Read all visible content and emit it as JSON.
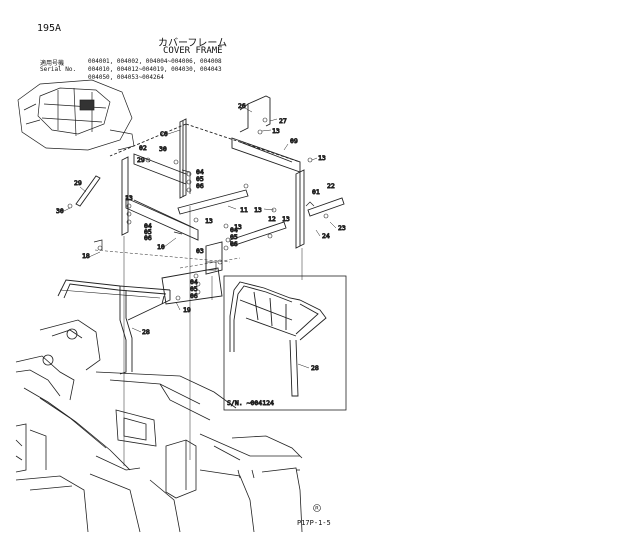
{
  "page": {
    "code": "195A",
    "title_jp": "カバーフレーム",
    "title_en": "COVER FRAME",
    "applicable_label": "適用号機",
    "applicable_values": "004001, 004002, 004004~004006, 004008",
    "serial_label": "Serial No.",
    "serial_values_1": "004010, 004012~004019, 004030, 004043",
    "serial_values_2": "004050, 004053~004264",
    "footer_code": "P17P-1-5",
    "inset_caption": "S/N.  ~004124"
  },
  "part_labels": [
    {
      "id": "part-26",
      "text": "26"
    },
    {
      "id": "part-27",
      "text": "27"
    },
    {
      "id": "part-13-a",
      "text": "13"
    },
    {
      "id": "part-09",
      "text": "09"
    },
    {
      "id": "part-13-b",
      "text": "13"
    },
    {
      "id": "part-c0",
      "text": "C0"
    },
    {
      "id": "part-02",
      "text": "02"
    },
    {
      "id": "part-30-a",
      "text": "30"
    },
    {
      "id": "part-29-a",
      "text": "29"
    },
    {
      "id": "part-04-a",
      "text": "04"
    },
    {
      "id": "part-05-a",
      "text": "05"
    },
    {
      "id": "part-06-a",
      "text": "06"
    },
    {
      "id": "part-01",
      "text": "01"
    },
    {
      "id": "part-22",
      "text": "22"
    },
    {
      "id": "part-29-b",
      "text": "29"
    },
    {
      "id": "part-30-b",
      "text": "30"
    },
    {
      "id": "part-13-c",
      "text": "13"
    },
    {
      "id": "part-04-b",
      "text": "04"
    },
    {
      "id": "part-05-b",
      "text": "05"
    },
    {
      "id": "part-06-b",
      "text": "06"
    },
    {
      "id": "part-11",
      "text": "11"
    },
    {
      "id": "part-13-d",
      "text": "13"
    },
    {
      "id": "part-13-e",
      "text": "13"
    },
    {
      "id": "part-13-f",
      "text": "13"
    },
    {
      "id": "part-12",
      "text": "12"
    },
    {
      "id": "part-24",
      "text": "24"
    },
    {
      "id": "part-23",
      "text": "23"
    },
    {
      "id": "part-13-g",
      "text": "13"
    },
    {
      "id": "part-04-c",
      "text": "04"
    },
    {
      "id": "part-05-c",
      "text": "05"
    },
    {
      "id": "part-06-c",
      "text": "06"
    },
    {
      "id": "part-10",
      "text": "10"
    },
    {
      "id": "part-03",
      "text": "03"
    },
    {
      "id": "part-18",
      "text": "18"
    },
    {
      "id": "part-04-d",
      "text": "04"
    },
    {
      "id": "part-05-d",
      "text": "05"
    },
    {
      "id": "part-06-d",
      "text": "06"
    },
    {
      "id": "part-19",
      "text": "19"
    },
    {
      "id": "part-28-a",
      "text": "28"
    },
    {
      "id": "part-28-b",
      "text": "28"
    }
  ]
}
